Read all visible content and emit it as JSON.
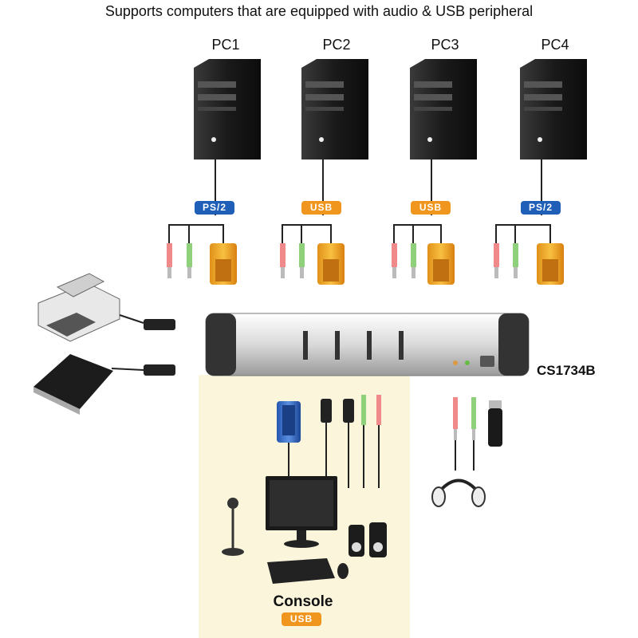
{
  "title": "Supports computers that are equipped with audio & USB peripheral",
  "pcs": [
    {
      "label": "PC1",
      "port": "PS/2"
    },
    {
      "label": "PC2",
      "port": "USB"
    },
    {
      "label": "PC3",
      "port": "USB"
    },
    {
      "label": "PC4",
      "port": "PS/2"
    }
  ],
  "device_model": "CS1734B",
  "console": {
    "label": "Console",
    "port": "USB"
  },
  "colors": {
    "ps2_badge": "#1f5fb8",
    "usb_badge": "#f0961e",
    "console_bg": "#fbf5dc",
    "vga": "#f0a81e",
    "audio_pink": "#f08a8a",
    "audio_green": "#8fd07a"
  }
}
